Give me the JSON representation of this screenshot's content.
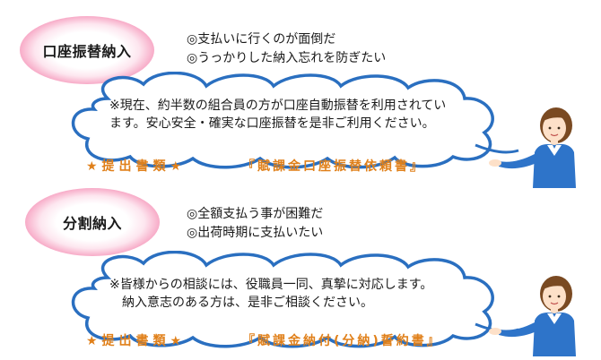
{
  "sections": [
    {
      "title": "口座振替納入",
      "bullets": [
        "◎支払いに行くのが面倒だ",
        "◎うっかりした納入忘れを防ぎたい"
      ],
      "note_lines": [
        "※現在、約半数の組合員の方が口座自動振替を利用されてい",
        "ます。安心安全・確実な口座振替を是非ご利用ください。"
      ],
      "doc_label": "★提出書類★",
      "doc_name": "『賦課金口座振替依頼書』"
    },
    {
      "title": "分割納入",
      "bullets": [
        "◎全額支払う事が困難だ",
        "◎出荷時期に支払いたい"
      ],
      "note_lines": [
        "※皆様からの相談には、役職員一同、真摯に対応します。",
        "納入意志のある方は、是非ご相談ください。"
      ],
      "doc_label": "★提出書類★",
      "doc_name": "『賦課金納付(分納)誓約書』"
    }
  ],
  "colors": {
    "oval_pink": "#ee7aa6",
    "cloud_blue": "#2a6fc0",
    "doc_orange": "#e0801a",
    "uniform_blue": "#2e74c9"
  },
  "icons": [
    "cloud-bubble-icon",
    "receptionist-icon"
  ]
}
